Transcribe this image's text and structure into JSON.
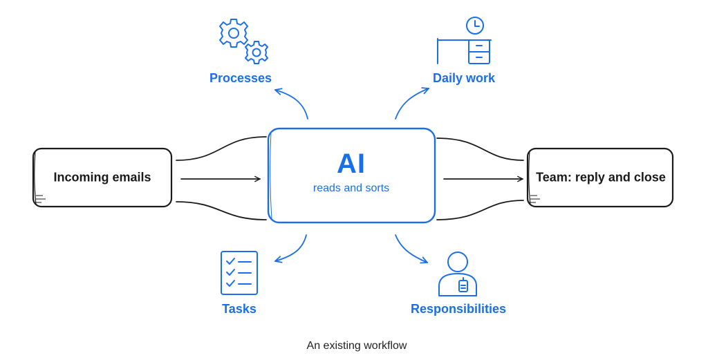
{
  "diagram": {
    "input_label": "Incoming emails",
    "output_label": "Team: reply and close",
    "center_title": "AI",
    "center_subtitle": "reads and sorts",
    "outputs": {
      "processes": "Processes",
      "daily_work": "Daily work",
      "tasks": "Tasks",
      "responsibilities": "Responsibilities"
    },
    "caption": "An existing workflow"
  },
  "colors": {
    "accent": "#1a6fe8",
    "ink": "#1a1a1a"
  },
  "icons": [
    "gears-icon",
    "desk-clock-icon",
    "checklist-icon",
    "person-badge-icon"
  ]
}
